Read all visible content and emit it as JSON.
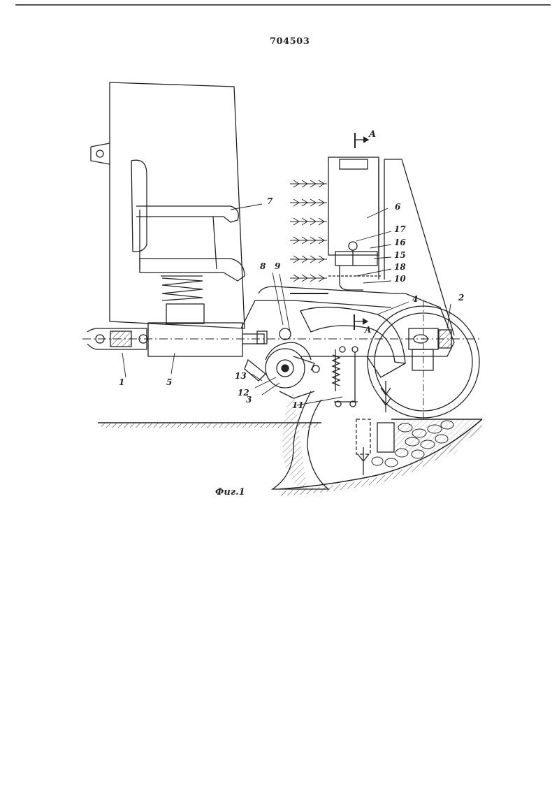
{
  "document": {
    "patent_number": "704503",
    "figure_caption": "Фиг.1",
    "section_marker": "A"
  },
  "callouts": [
    "1",
    "2",
    "3",
    "4",
    "5",
    "6",
    "7",
    "8",
    "9",
    "10",
    "11",
    "12",
    "13",
    "15",
    "16",
    "17",
    "18"
  ]
}
